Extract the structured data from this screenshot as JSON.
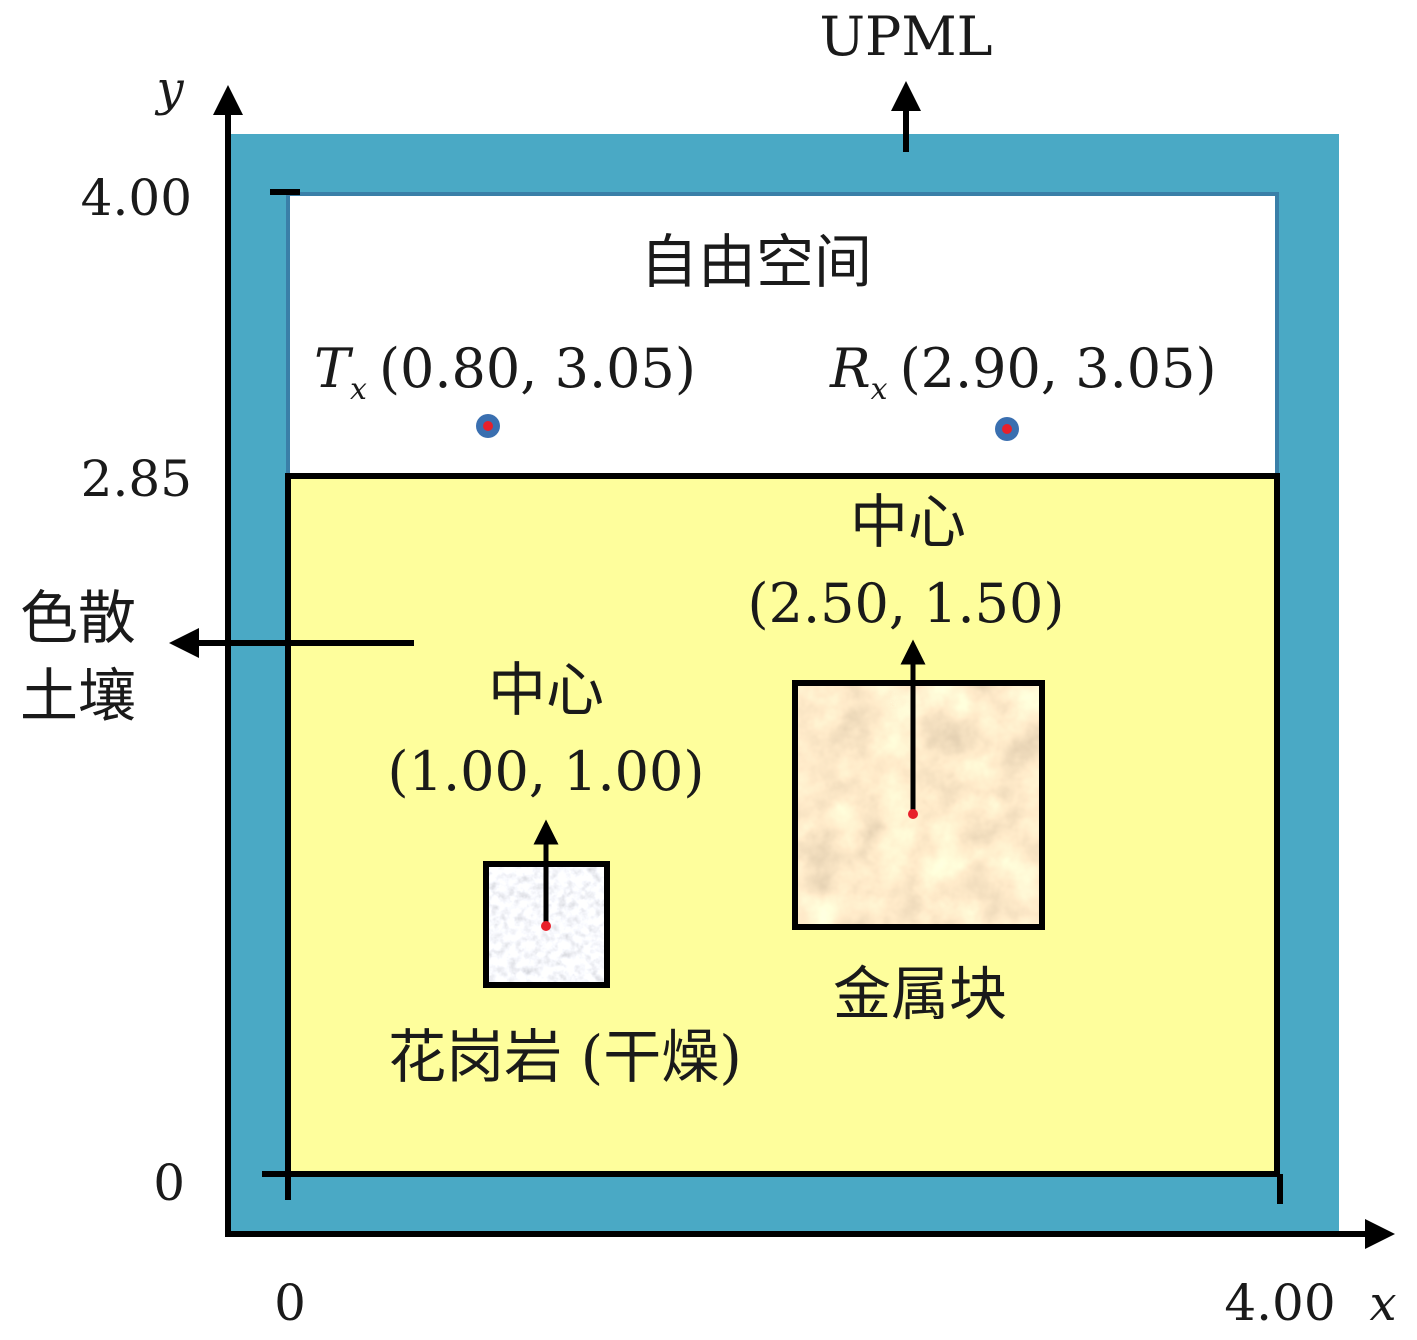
{
  "boundary_label": "UPML",
  "axes": {
    "x_name": "x",
    "y_name": "y",
    "x_ticks": [
      "0",
      "4.00"
    ],
    "y_ticks": [
      "4.00",
      "2.85",
      "0"
    ]
  },
  "regions": {
    "free_space": "自由空间",
    "soil_line1": "色散",
    "soil_line2": "土壤"
  },
  "transmitter": {
    "symbol": "T",
    "subscript": "x",
    "coords": "(0.80, 3.05)",
    "x": 0.8,
    "y": 3.05
  },
  "receiver": {
    "symbol": "R",
    "subscript": "x",
    "coords": "(2.90, 3.05)",
    "x": 2.9,
    "y": 3.05
  },
  "granite": {
    "center_label": "中心",
    "center_coords": "(1.00, 1.00)",
    "name": "花岗岩 (干燥)",
    "x": 1.0,
    "y": 1.0,
    "size": 0.25
  },
  "metal": {
    "center_label": "中心",
    "center_coords": "(2.50, 1.50)",
    "name": "金属块",
    "x": 2.5,
    "y": 1.5,
    "size": 0.5
  },
  "colors": {
    "upml": "#4aa9c5",
    "upml_edge": "#3a7fa8",
    "soil": "#fefe9c",
    "free_space": "#ffffff",
    "granite": "#b8bcc6",
    "metal": "#b89a72",
    "antenna": "#3a6fb0",
    "marker": "#e8202a"
  }
}
